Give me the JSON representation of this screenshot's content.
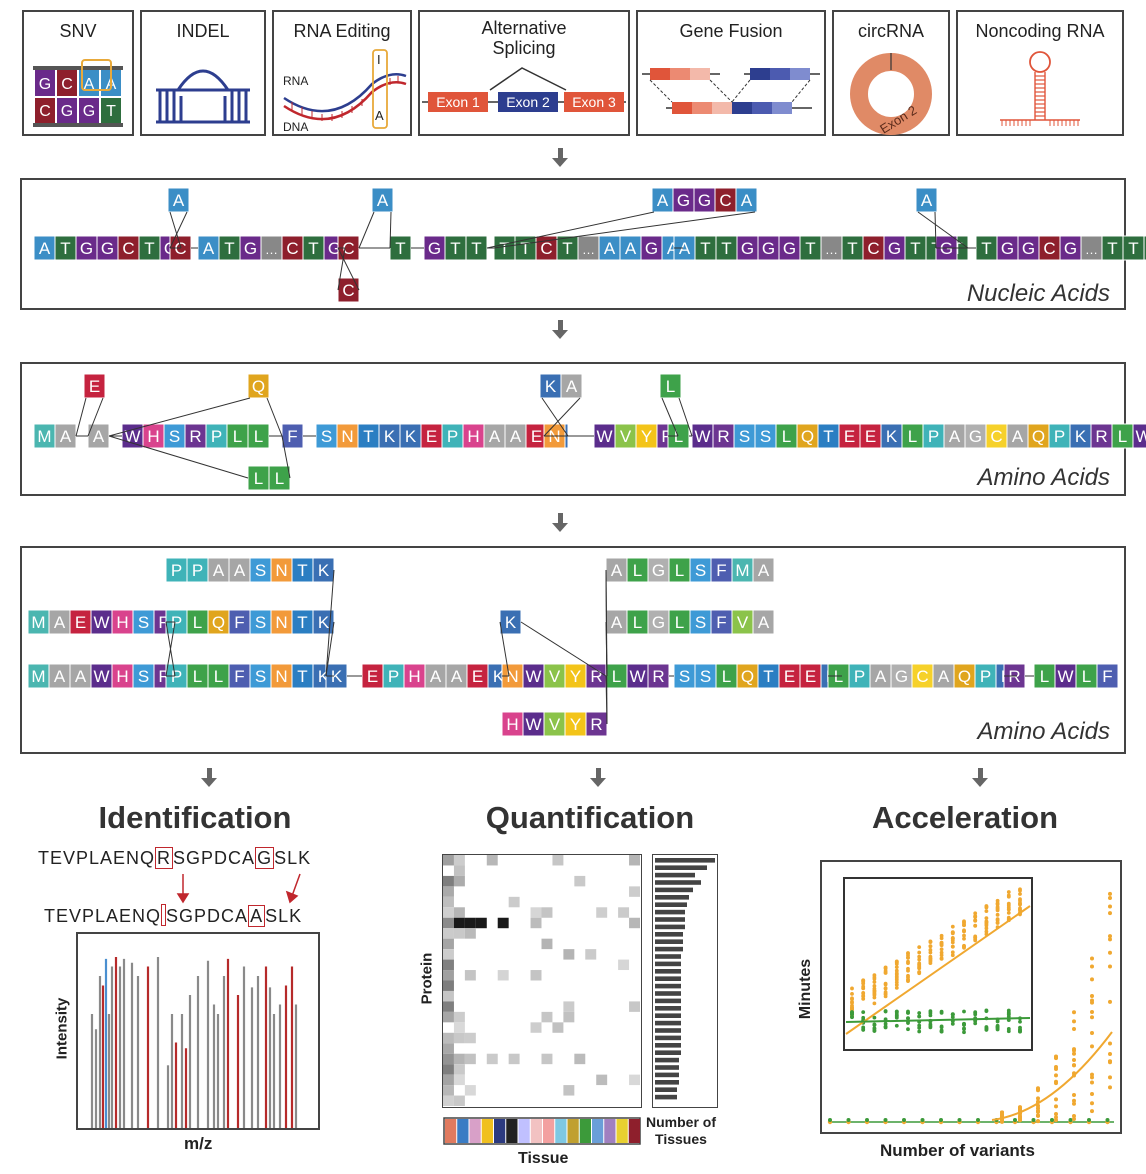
{
  "variant_types": {
    "snv": "SNV",
    "indel": "INDEL",
    "rna_editing": "RNA Editing",
    "rna_editing_rna": "RNA",
    "rna_editing_dna": "DNA",
    "rna_editing_i": "I",
    "rna_editing_a": "A",
    "alt_splicing": "Alternative\nSplicing",
    "exon1": "Exon 1",
    "exon2": "Exon 2",
    "exon3": "Exon 3",
    "gene_fusion": "Gene Fusion",
    "circrna": "circRNA",
    "circ_exon": "Exon 2",
    "noncoding": "Noncoding RNA"
  },
  "snv_top": [
    "G",
    "C",
    "A",
    "A"
  ],
  "snv_bottom": [
    "C",
    "G",
    "G",
    "T"
  ],
  "nucleic_label": "Nucleic Acids",
  "amino_label_1": "Amino Acids",
  "amino_label_2": "Amino Acids",
  "na": {
    "main": [
      {
        "t": "ATGGCTG"
      },
      {
        "t": "C"
      },
      {
        "t": "ATG"
      },
      {
        "t": "…"
      },
      {
        "t": "CTG"
      },
      {
        "t": "C"
      },
      {
        "t": "T"
      },
      {
        "t": "GTT"
      },
      {
        "t": "TTCT"
      },
      {
        "t": "…"
      },
      {
        "t": "AAGA"
      },
      {
        "t": "ATTGGGT"
      },
      {
        "t": "…"
      },
      {
        "t": "TCGTTT"
      },
      {
        "t": "G"
      },
      {
        "t": "TGGCG"
      },
      {
        "t": "…"
      },
      {
        "t": "TTT"
      }
    ],
    "alts": [
      {
        "t": "A"
      },
      {
        "t": "C"
      },
      {
        "t": "A"
      },
      {
        "t": "AGGCA"
      },
      {
        "t": "A"
      }
    ]
  },
  "aa1": {
    "main": [
      "MA",
      "A",
      "WHSRPL",
      "L",
      "F",
      "SNTKKEPHAAEK",
      "N",
      "WVYR",
      "L",
      "WRSSLQTEEKLPAGCAQPKRLWLF"
    ],
    "alts": [
      "E",
      "Q",
      "LL",
      "KA",
      "L"
    ]
  },
  "aa2": {
    "peptides": [
      "PPAASNTK",
      "MAEWHSR",
      "PLQFSNTK",
      "MAAWHSR",
      "PLLFSNTK",
      "K",
      "EPHAAEK",
      "K",
      "NWVYR",
      "HWVYR",
      "ALGLSFMA",
      "ALGLSFVA",
      "LWR",
      "SSLQTEEK",
      "LPAGCAQPK",
      "R",
      "LWLF"
    ]
  },
  "identification": {
    "title": "Identification",
    "seq1_pre": "TEVPLAENQ",
    "seq1_box1": "R",
    "seq1_mid": "SGPDCA",
    "seq1_box2": "G",
    "seq1_post": "SLK",
    "seq2_pre": "TEVPLAENQ",
    "seq2_box1": "",
    "seq2_mid": "SGPDCA",
    "seq2_box2": "A",
    "seq2_post": "SLK",
    "ylabel": "Intensity",
    "xlabel": "m/z"
  },
  "quantification": {
    "title": "Quantification",
    "ylabel": "Protein",
    "xlabel": "Tissue",
    "bar_label": "Number of\nTissues"
  },
  "acceleration": {
    "title": "Acceleration",
    "ylabel": "Minutes",
    "xlabel": "Number of variants"
  },
  "colors": {
    "A": "#3b8ec6",
    "C": "#8e1f2c",
    "G": "#6a2a8a",
    "T": "#2e6e3e",
    "gap": "#888888",
    "dots": "#888888",
    "orange": "#f0a830",
    "green": "#3c9a3a",
    "red": "#c0272d",
    "blue": "#4a8fd0",
    "gray": "#8a8a8a"
  },
  "aa_colors": {
    "M": "#4bb6b0",
    "A": "#a6a6a6",
    "W": "#5b2d8c",
    "H": "#d9438d",
    "S": "#3e9ad6",
    "R": "#6c3591",
    "P": "#3fb3b8",
    "L": "#3ea24a",
    "Q": "#e0a51e",
    "F": "#4e5eb0",
    "N": "#f29a3a",
    "T": "#2b7ec2",
    "K": "#3a6fb3",
    "E": "#c5233f",
    "V": "#8bc34a",
    "Y": "#f3c419",
    "G": "#b0b0b0",
    "C": "#f6d12a",
    "D": "#c0392b",
    "I": "#2d8e57"
  }
}
